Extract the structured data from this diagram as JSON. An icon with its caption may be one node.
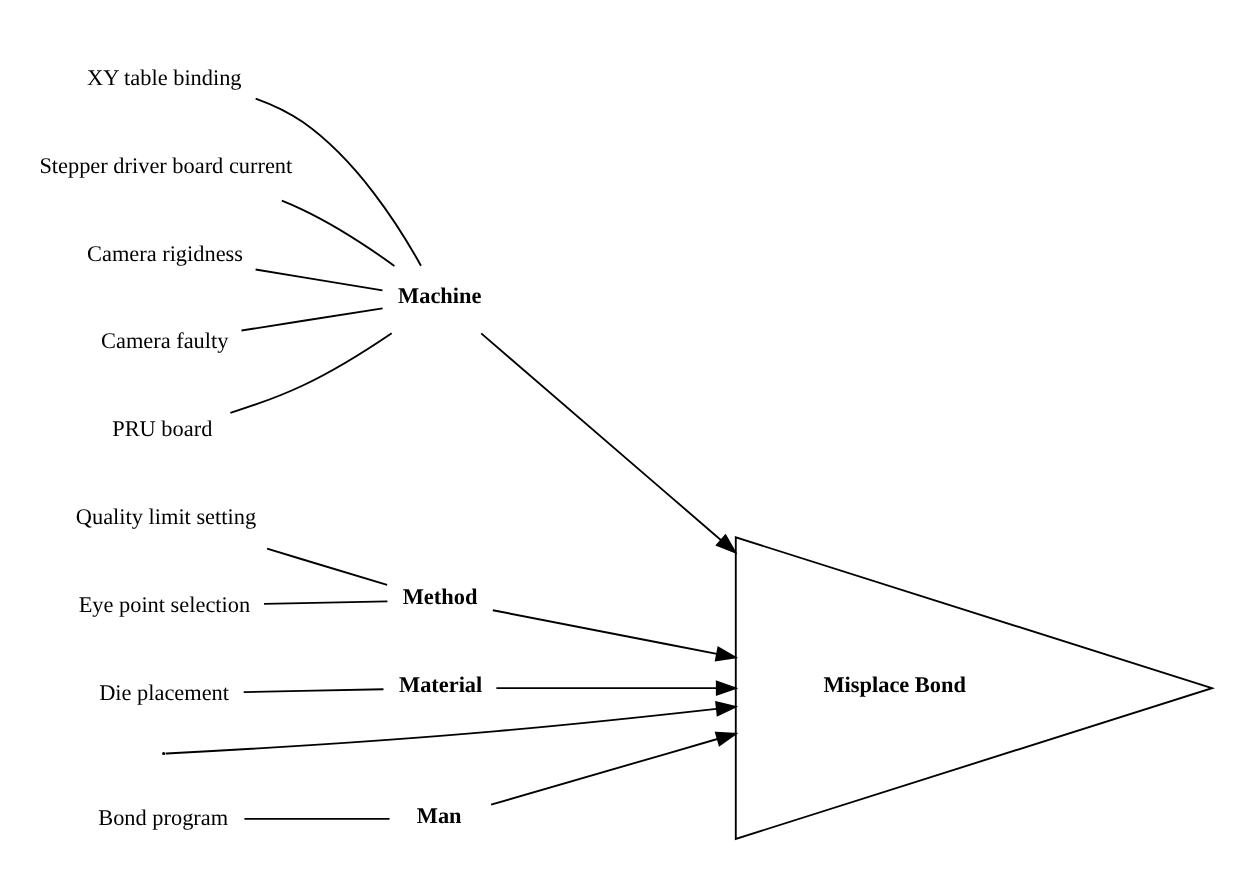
{
  "diagram": {
    "nodes": [
      {
        "text": [
          "Man"
        ]
      },
      {
        "text": [
          "Machine"
        ]
      },
      {
        "text": [
          "XY table binding"
        ]
      },
      {
        "text": [
          "Stepper driver board current"
        ]
      },
      {
        "text": [
          "Bond program"
        ]
      },
      {
        "text": [
          "Camera rigidness"
        ]
      },
      {
        "text": [
          "Camera faulty"
        ]
      },
      {
        "text": [
          "PRU board"
        ]
      },
      {
        "text": [
          "Misplace Bond"
        ]
      },
      {
        "text": [
          "Quality limit setting"
        ]
      },
      {
        "text": [
          "Eye point selection"
        ]
      },
      {
        "text": [
          "Die placement"
        ]
      },
      {
        "text": [
          "Method"
        ]
      },
      {
        "text": [
          "Material"
        ]
      }
    ],
    "edges": [
      {
        "from": 4,
        "to": 0,
        "arrow": "none"
      },
      {
        "from": 2,
        "to": 1,
        "arrow": "none"
      },
      {
        "from": 3,
        "to": 1,
        "arrow": "none"
      },
      {
        "from": 5,
        "to": 1,
        "arrow": "none"
      },
      {
        "from": 6,
        "to": 1,
        "arrow": "none"
      },
      {
        "from": 7,
        "to": 1,
        "arrow": "none"
      },
      {
        "from": 9,
        "to": 12,
        "arrow": "none"
      },
      {
        "from": 10,
        "to": 12,
        "arrow": "none"
      },
      {
        "from": 11,
        "to": 13,
        "arrow": "none"
      },
      {
        "from": null,
        "to": 8,
        "arrow": "to"
      },
      {
        "from": 0,
        "to": 8,
        "arrow": "to"
      },
      {
        "from": 1,
        "to": 8,
        "arrow": "to"
      },
      {
        "from": 12,
        "to": 8,
        "arrow": "to"
      },
      {
        "from": 13,
        "to": 8,
        "arrow": "to"
      }
    ]
  }
}
